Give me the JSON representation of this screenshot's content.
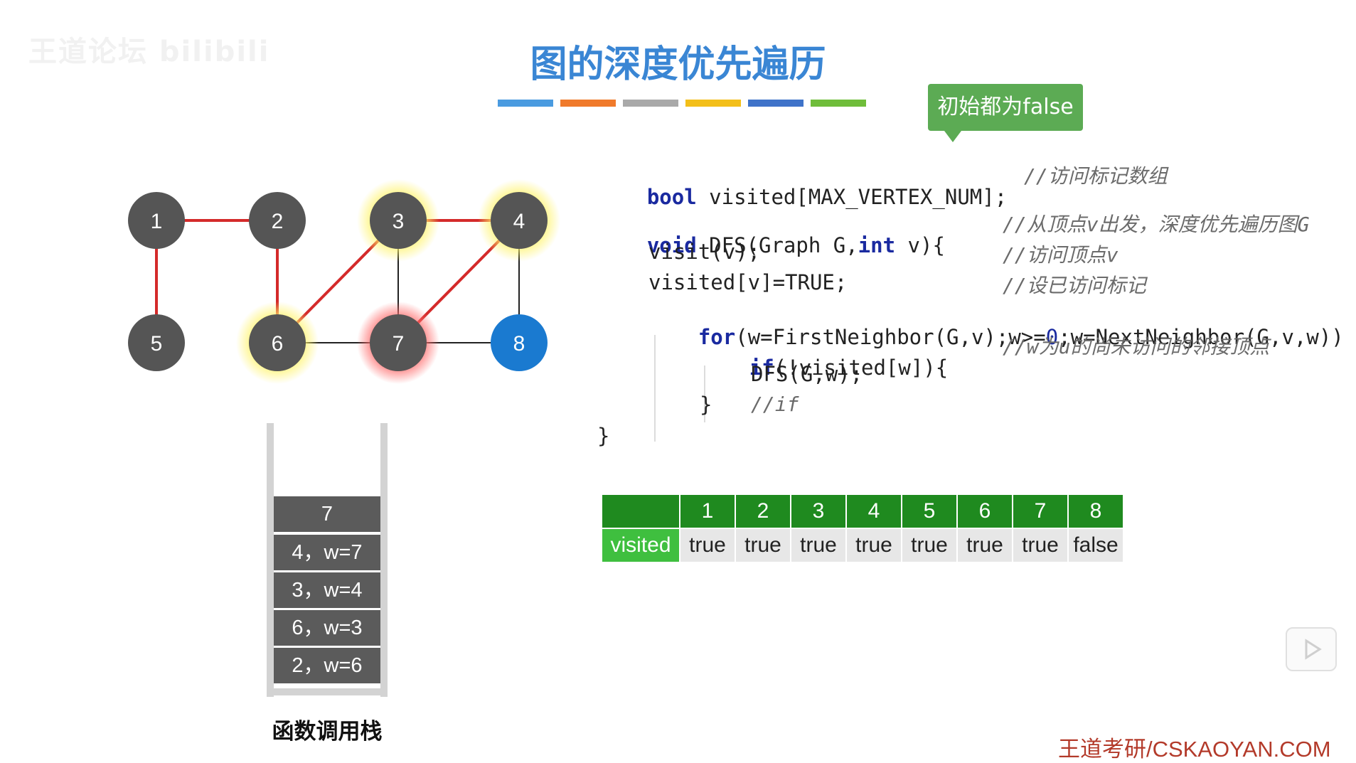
{
  "watermark": "王道论坛 bilibili",
  "title": "图的深度优先遍历",
  "color_bar": [
    "#4a9be0",
    "#f07a2b",
    "#a9a9a9",
    "#f3bf1a",
    "#3f73c9",
    "#6fbd3a"
  ],
  "callout": "初始都为false",
  "code": {
    "line1": {
      "kw": "bool",
      "rest": " visited[MAX_VERTEX_NUM];",
      "comment": "//访问标记数组"
    },
    "line2": {
      "kw": "void",
      "rest1": " DFS(Graph G,",
      "kw2": "int",
      "rest2": " v){",
      "comment": "//从顶点v出发，深度优先遍历图G"
    },
    "line3": {
      "text": "visit(v);",
      "comment": "//访问顶点v"
    },
    "line4": {
      "text": "visited[v]=TRUE;",
      "comment": "//设已访问标记"
    },
    "line5": {
      "kw": "for",
      "rest1": "(w=FirstNeighbor(G,v);w>=",
      "num": "0",
      "rest2": ";w=NextNeighbor(G,v,w))"
    },
    "line6": {
      "kw": "if",
      "rest": "(!visited[w]){",
      "comment": "//w为u的尚未访问的邻接顶点"
    },
    "line7": {
      "text": "DFS(G,w);"
    },
    "line8": {
      "text": "}",
      "comment": "//if"
    },
    "line9": {
      "text": "}"
    }
  },
  "graph": {
    "vertices": [
      {
        "label": "1",
        "state": "visited"
      },
      {
        "label": "2",
        "state": "visited"
      },
      {
        "label": "3",
        "state": "visited-glow"
      },
      {
        "label": "4",
        "state": "visited-glow"
      },
      {
        "label": "5",
        "state": "visited"
      },
      {
        "label": "6",
        "state": "visited-glow"
      },
      {
        "label": "7",
        "state": "current-red-glow"
      },
      {
        "label": "8",
        "state": "target-blue"
      }
    ],
    "edges": [
      {
        "from": "1",
        "to": "2",
        "traversed": true
      },
      {
        "from": "1",
        "to": "5",
        "traversed": true
      },
      {
        "from": "2",
        "to": "6",
        "traversed": true
      },
      {
        "from": "3",
        "to": "4",
        "traversed": true
      },
      {
        "from": "6",
        "to": "3",
        "traversed": true
      },
      {
        "from": "7",
        "to": "4",
        "traversed": true
      },
      {
        "from": "3",
        "to": "7",
        "traversed": false
      },
      {
        "from": "4",
        "to": "8",
        "traversed": false
      },
      {
        "from": "6",
        "to": "7",
        "traversed": false
      },
      {
        "from": "7",
        "to": "8",
        "traversed": false
      }
    ],
    "colors": {
      "vertex": "#555555",
      "blue": "#1a7ad0",
      "edge_red": "#d42a2a",
      "edge_black": "#222222"
    }
  },
  "stack": {
    "items": [
      "7",
      "4，w=7",
      "3，w=4",
      "6，w=3",
      "2，w=6"
    ],
    "label": "函数调用栈"
  },
  "visited_table": {
    "headers": [
      "1",
      "2",
      "3",
      "4",
      "5",
      "6",
      "7",
      "8"
    ],
    "row_label": "visited",
    "values": [
      "true",
      "true",
      "true",
      "true",
      "true",
      "true",
      "true",
      "false"
    ]
  },
  "footer": "王道考研/CSKAOYAN.COM"
}
